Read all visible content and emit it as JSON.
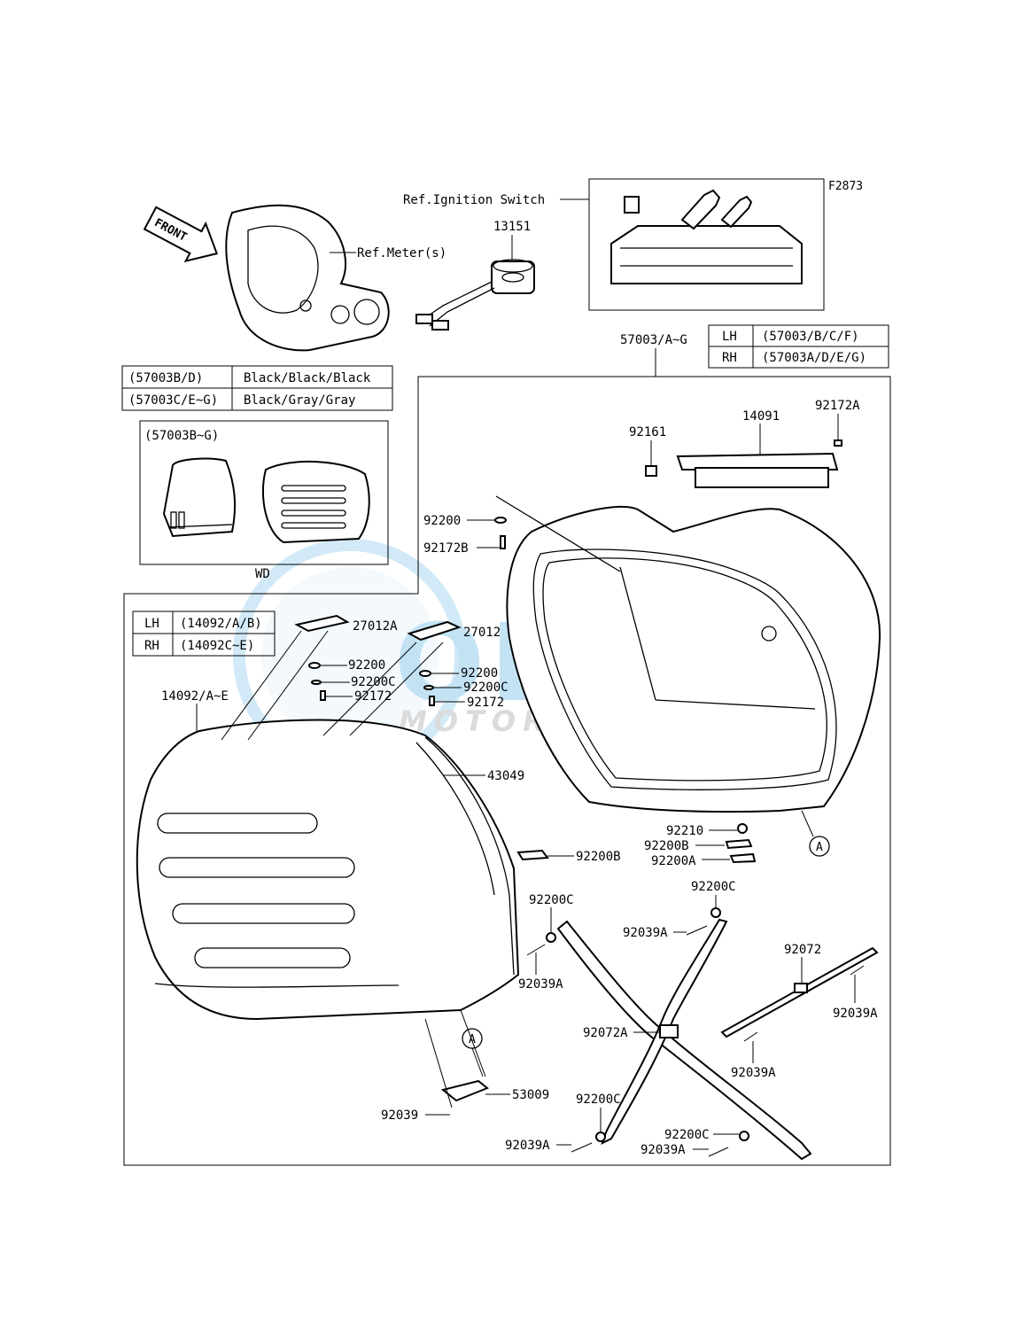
{
  "figure_code": "F2873",
  "refs": {
    "ignition_switch": "Ref.Ignition Switch",
    "meters": "Ref.Meter(s)",
    "front_arrow": "FRONT"
  },
  "color_table": [
    {
      "code": "(57003B/D)",
      "colors": "Black/Black/Black"
    },
    {
      "code": "(57003C/E~G)",
      "colors": "Black/Gray/Gray"
    }
  ],
  "inset": {
    "title": "(57003B~G)",
    "caption": "WD"
  },
  "side_table_case": [
    {
      "side": "LH",
      "codes": "(57003/B/C/F)"
    },
    {
      "side": "RH",
      "codes": "(57003A/D/E/G)"
    }
  ],
  "side_table_cover": [
    {
      "side": "LH",
      "codes": "(14092/A/B)"
    },
    {
      "side": "RH",
      "codes": "(14092C~E)"
    }
  ],
  "callouts": {
    "p13151": "13151",
    "p57003": "57003/A~G",
    "p14091": "14091",
    "p92172A": "92172A",
    "p92161": "92161",
    "p92200_top": "92200",
    "p92172B": "92172B",
    "p27012A": "27012A",
    "p27012": "27012",
    "p92200_l": "92200",
    "p92200C_l": "92200C",
    "p92172_l": "92172",
    "p92200_r": "92200",
    "p92200C_r": "92200C",
    "p92172_r": "92172",
    "p14092": "14092/A~E",
    "p43049": "43049",
    "p92200B_mid": "92200B",
    "p92210": "92210",
    "p92200B_r": "92200B",
    "p92200A": "92200A",
    "p92200C_a": "92200C",
    "p92039A_a": "92039A",
    "p92200C_b": "92200C",
    "p92039A_b": "92039A",
    "p92072": "92072",
    "p92039A_c": "92039A",
    "p92072A": "92072A",
    "p92039A_d": "92039A",
    "p53009": "53009",
    "p92039": "92039",
    "p92200C_c": "92200C",
    "p92039A_e": "92039A",
    "p92200C_d": "92200C",
    "p92039A_f": "92039A",
    "circle_a_1": "A",
    "circle_a_2": "A"
  },
  "watermark": {
    "brand": "OEM",
    "sub": "MOTORPARTS"
  }
}
